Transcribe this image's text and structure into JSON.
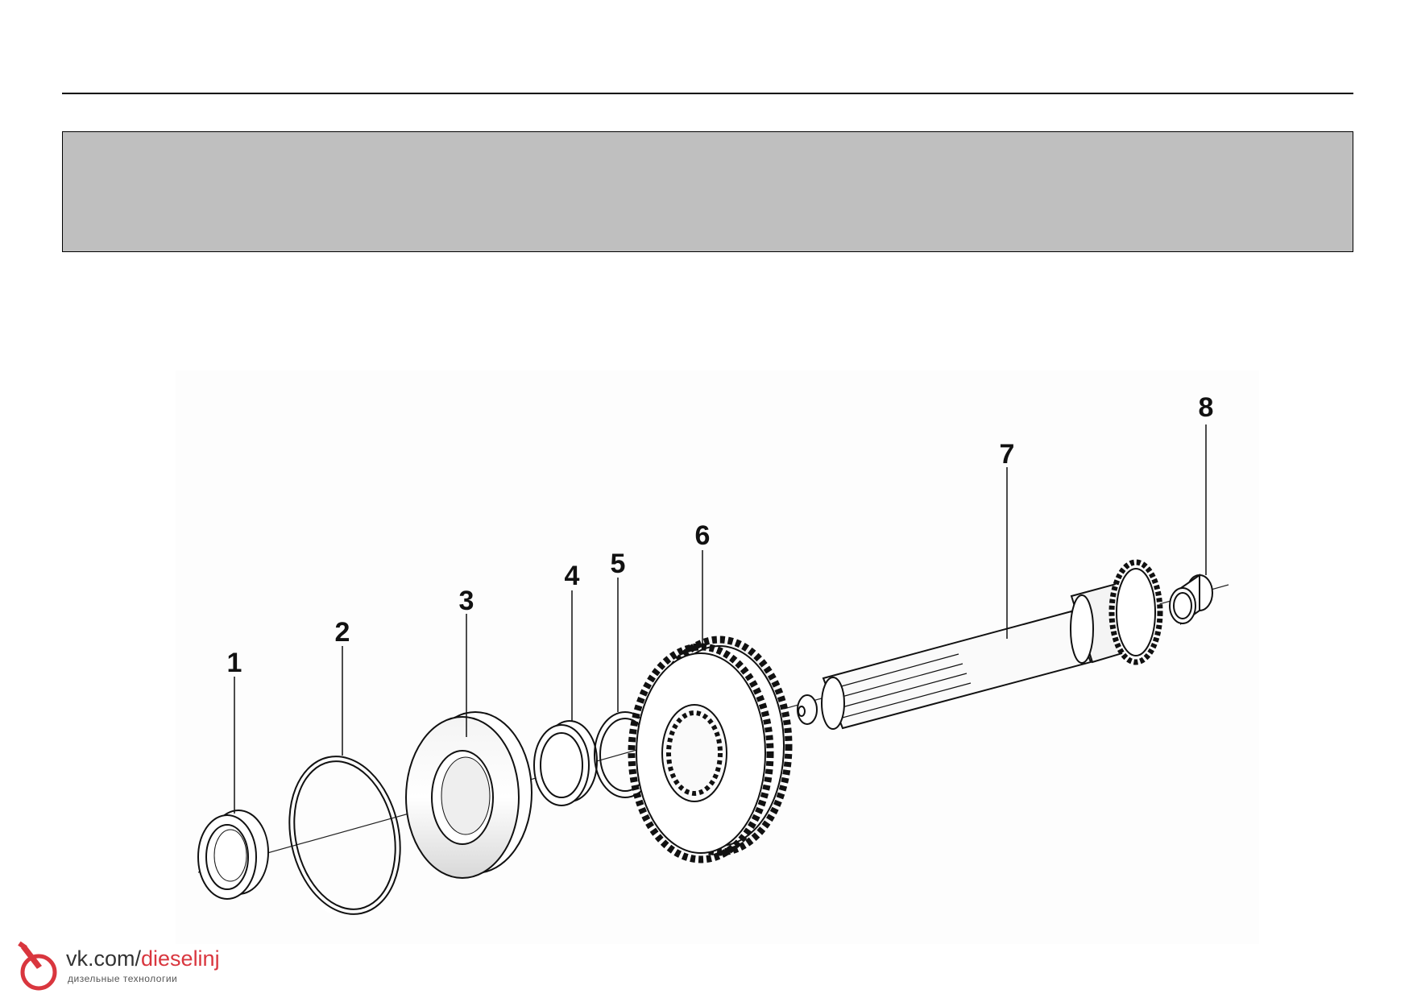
{
  "diagram": {
    "callouts": [
      "1",
      "2",
      "3",
      "4",
      "5",
      "6",
      "7",
      "8"
    ]
  },
  "watermark": {
    "prefix": "vk.com/",
    "accent": "dieselinj",
    "subtitle": "дизельные технологии",
    "accent_color": "#d9363e"
  }
}
